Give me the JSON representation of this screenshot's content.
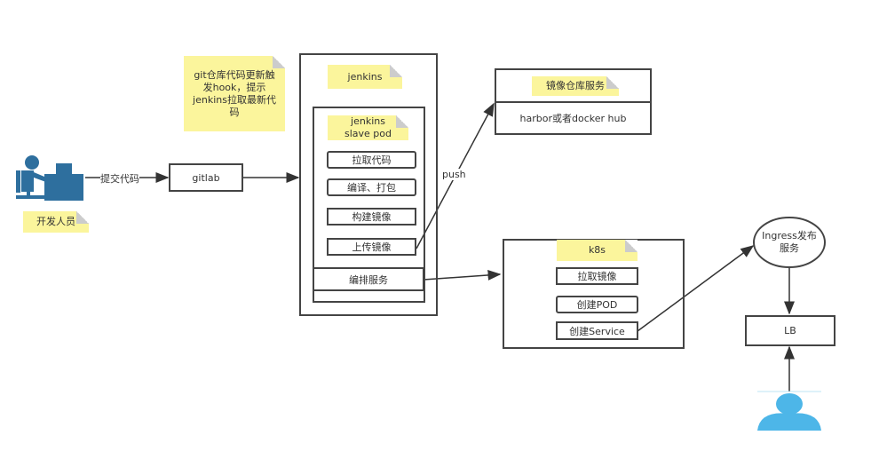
{
  "developer": {
    "label": "开发人员",
    "commit_label": "提交代码"
  },
  "gitlab": {
    "label": "gitlab"
  },
  "hook_note": "git仓库代码更新触发hook，提示jenkins拉取最新代码",
  "jenkins": {
    "title": "jenkins",
    "slave_pod": "jenkins slave pod",
    "steps": [
      "拉取代码",
      "编译、打包",
      "构建镜像",
      "上传镜像"
    ],
    "orchestrate": "编排服务"
  },
  "registry": {
    "title": "镜像仓库服务",
    "label": "harbor或者docker hub",
    "push_label": "push"
  },
  "k8s": {
    "title": "k8s",
    "steps": [
      "拉取镜像",
      "创建POD",
      "创建Service"
    ]
  },
  "ingress": {
    "label": "Ingress发布服务"
  },
  "lb": {
    "label": "LB"
  },
  "colors": {
    "note": "#fbf59c",
    "developer_icon": "#2e6f9e",
    "user_icon": "#4db6e8"
  }
}
